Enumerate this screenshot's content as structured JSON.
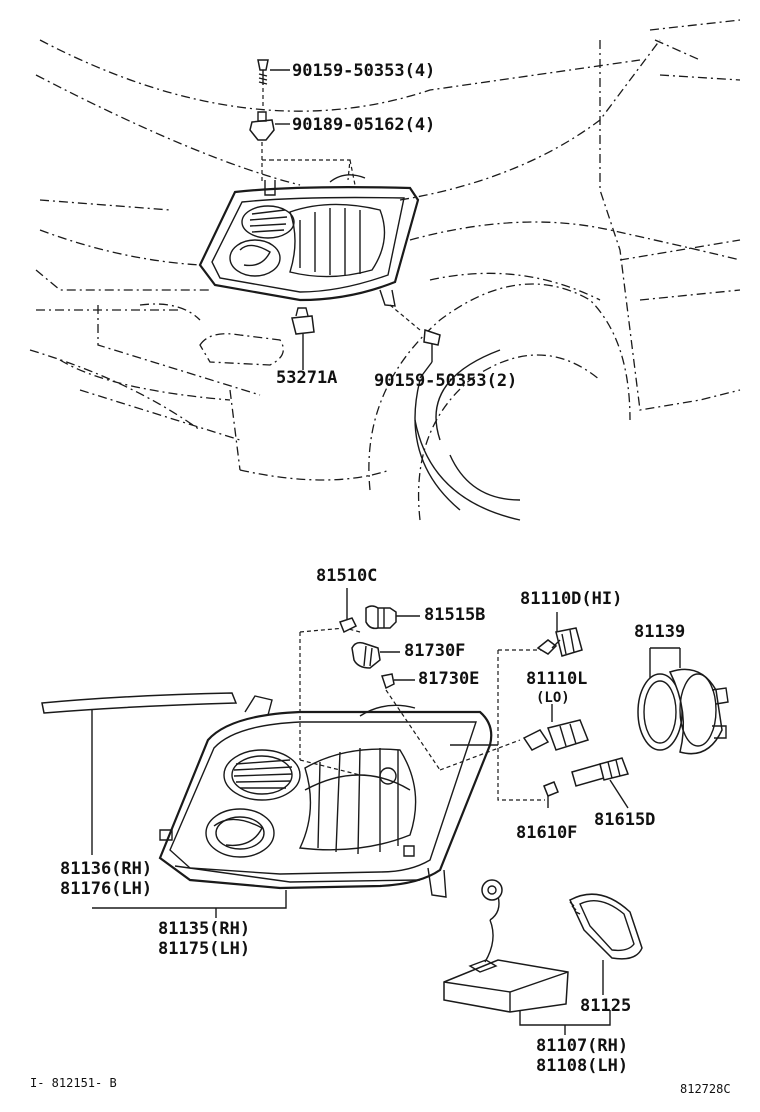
{
  "diagram": {
    "labels": {
      "bolt_top": "90159-50353(4)",
      "clip_top": "90189-05162(4)",
      "retainer": "53271A",
      "bolt_lower": "90159-50353(2)",
      "socket_side": "81510C",
      "bulb_side": "81515B",
      "socket_position": "81730F",
      "bulb_position": "81730E",
      "bulb_hi": "81110D(HI)",
      "bulb_lo": "81110L",
      "bulb_lo_note": "(LO)",
      "cover_ring": "81139",
      "socket_fog": "81615D",
      "bulb_fog": "81610F",
      "lens_rh": "81136(RH)",
      "lens_lh": "81176(LH)",
      "unit_rh": "81135(RH)",
      "unit_lh": "81175(LH)",
      "gasket": "81125",
      "ballast_rh": "81107(RH)",
      "ballast_lh": "81108(LH)"
    },
    "corner_left": "I- 812151- B",
    "corner_right": "812728C"
  }
}
